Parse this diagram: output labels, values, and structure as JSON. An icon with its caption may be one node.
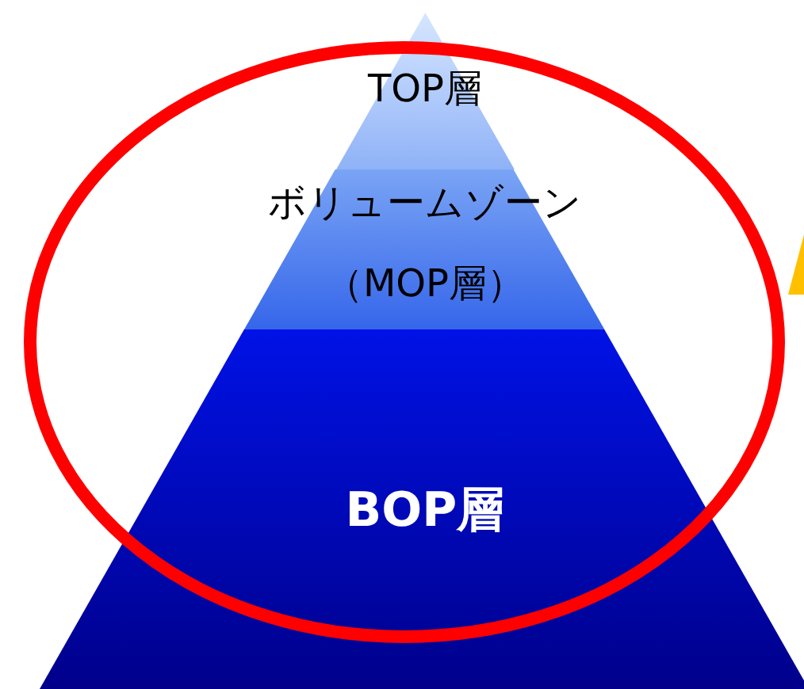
{
  "diagram": {
    "nodes": [
      {
        "text": [
          "TOP層"
        ]
      },
      {
        "text": [
          "ボリュームゾーン",
          "（MOP層）"
        ]
      },
      {
        "text": [
          "BOP層"
        ]
      }
    ]
  }
}
